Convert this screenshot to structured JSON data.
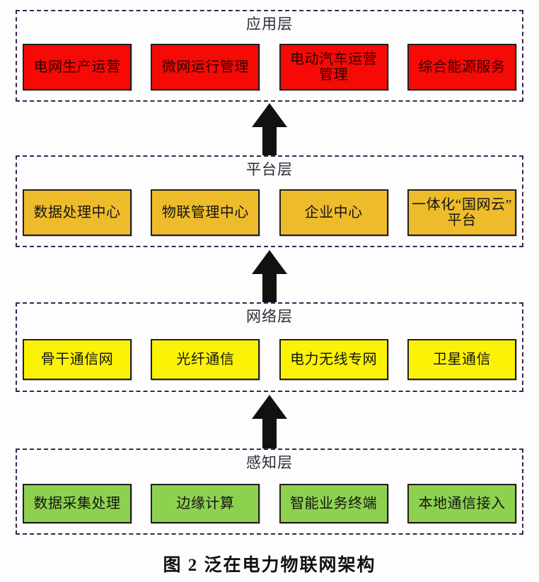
{
  "figure": {
    "caption": "图 2  泛在电力物联网架构",
    "background_color": "#fdfdfd",
    "border_color": "#3b2550"
  },
  "layers": [
    {
      "id": "application",
      "title": "应用层",
      "box_color": "#f50a06",
      "nodes": [
        {
          "label": "电网生产运营"
        },
        {
          "label": "微网运行管理"
        },
        {
          "label": "电动汽车运营管理"
        },
        {
          "label": "综合能源服务"
        }
      ]
    },
    {
      "id": "platform",
      "title": "平台层",
      "box_color": "#eebc2b",
      "nodes": [
        {
          "label": "数据处理中心"
        },
        {
          "label": "物联管理中心"
        },
        {
          "label": "企业中心"
        },
        {
          "label": "一体化“国网云”平台"
        }
      ]
    },
    {
      "id": "network",
      "title": "网络层",
      "box_color": "#fbf303",
      "nodes": [
        {
          "label": "骨干通信网"
        },
        {
          "label": "光纤通信"
        },
        {
          "label": "电力无线专网"
        },
        {
          "label": "卫星通信"
        }
      ]
    },
    {
      "id": "perception",
      "title": "感知层",
      "box_color": "#8ed14f",
      "nodes": [
        {
          "label": "数据采集处理"
        },
        {
          "label": "边缘计算"
        },
        {
          "label": "智能业务终端"
        },
        {
          "label": "本地通信接入"
        }
      ]
    }
  ],
  "arrows": [
    {
      "id": "arrow-perception-to-network",
      "direction": "up",
      "color": "#111111"
    },
    {
      "id": "arrow-network-to-platform",
      "direction": "up",
      "color": "#111111"
    },
    {
      "id": "arrow-platform-to-application",
      "direction": "up",
      "color": "#111111"
    }
  ]
}
